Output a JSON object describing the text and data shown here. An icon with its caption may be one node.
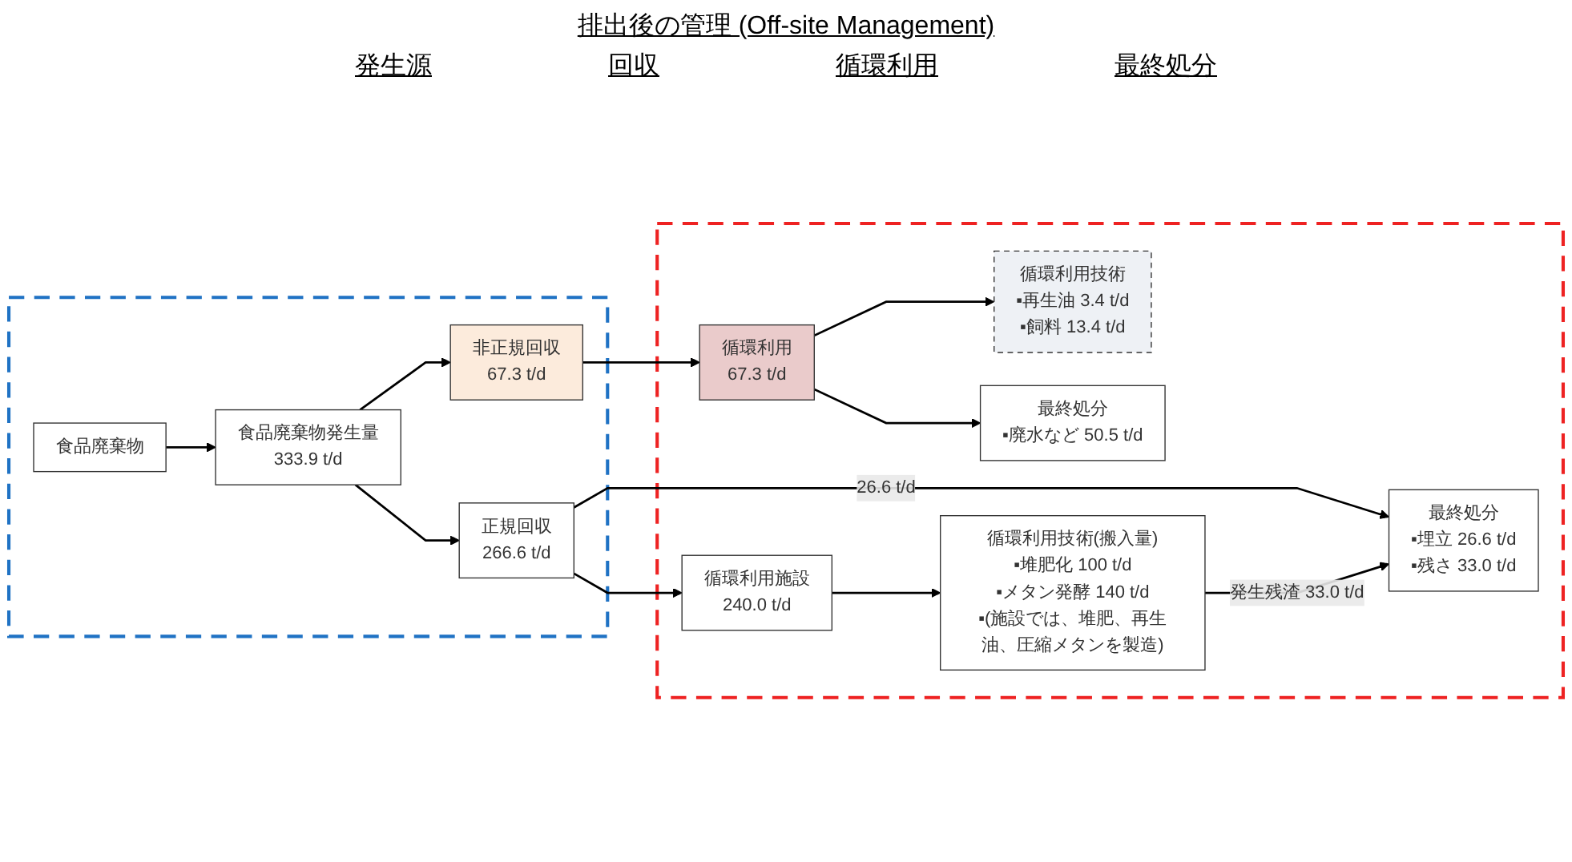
{
  "diagram": {
    "title": "排出後の管理 (Off-site Management)",
    "nodes": [
      {
        "text": [],
        "shape": "box"
      },
      {
        "text": [
          "食品廃棄物"
        ],
        "in": 0
      },
      {
        "text": [
          "食品廃棄物発生量",
          "333.9 t/d"
        ],
        "in": 0
      },
      {
        "text": [
          "非正規回収",
          "67.3 t/d"
        ],
        "in": 0
      },
      {
        "text": [
          "正規回収",
          "266.6 t/d"
        ],
        "in": 0
      },
      {
        "text": [],
        "shape": "box"
      },
      {
        "text": [
          "循環利用",
          "67.3 t/d"
        ],
        "in": 5
      },
      {
        "text": [
          "循環利用技術",
          "▪再生油 3.4 t/d",
          "▪飼料 13.4 t/d"
        ],
        "in": 5
      },
      {
        "text": [
          "最終処分",
          "▪廃水など 50.5 t/d"
        ],
        "in": 5
      },
      {
        "text": [
          "循環利用施設",
          "240.0 t/d"
        ],
        "in": 5
      },
      {
        "text": [
          "循環利用技術(搬入量)",
          "▪堆肥化 100 t/d",
          "▪メタン発酵 140 t/d",
          "▪(施設では、堆肥、再生油、圧縮メタンを製造)"
        ],
        "in": 5
      },
      {
        "text": [
          "最終処分",
          "▪埋立 26.6 t/d",
          "▪残さ 33.0 t/d"
        ],
        "in": 5
      }
    ],
    "edges": [
      {
        "from": 1,
        "to": 2,
        "arrow": "to"
      },
      {
        "from": 2,
        "to": 3,
        "arrow": "to"
      },
      {
        "from": 2,
        "to": 4,
        "arrow": "to"
      },
      {
        "from": 3,
        "to": 6,
        "arrow": "to"
      },
      {
        "from": 4,
        "to": 9,
        "arrow": "to"
      },
      {
        "from": 4,
        "to": 11,
        "arrow": "to",
        "label": "26.6 t/d"
      },
      {
        "from": 6,
        "to": 7,
        "arrow": "to"
      },
      {
        "from": 6,
        "to": 8,
        "arrow": "to"
      },
      {
        "from": 9,
        "to": 10,
        "arrow": "to"
      },
      {
        "from": 10,
        "to": 11,
        "arrow": "to",
        "label": "発生残渣 33.0 t/d"
      }
    ],
    "labels": [
      "発生源",
      "回収",
      "循環利用",
      "最終処分"
    ]
  }
}
